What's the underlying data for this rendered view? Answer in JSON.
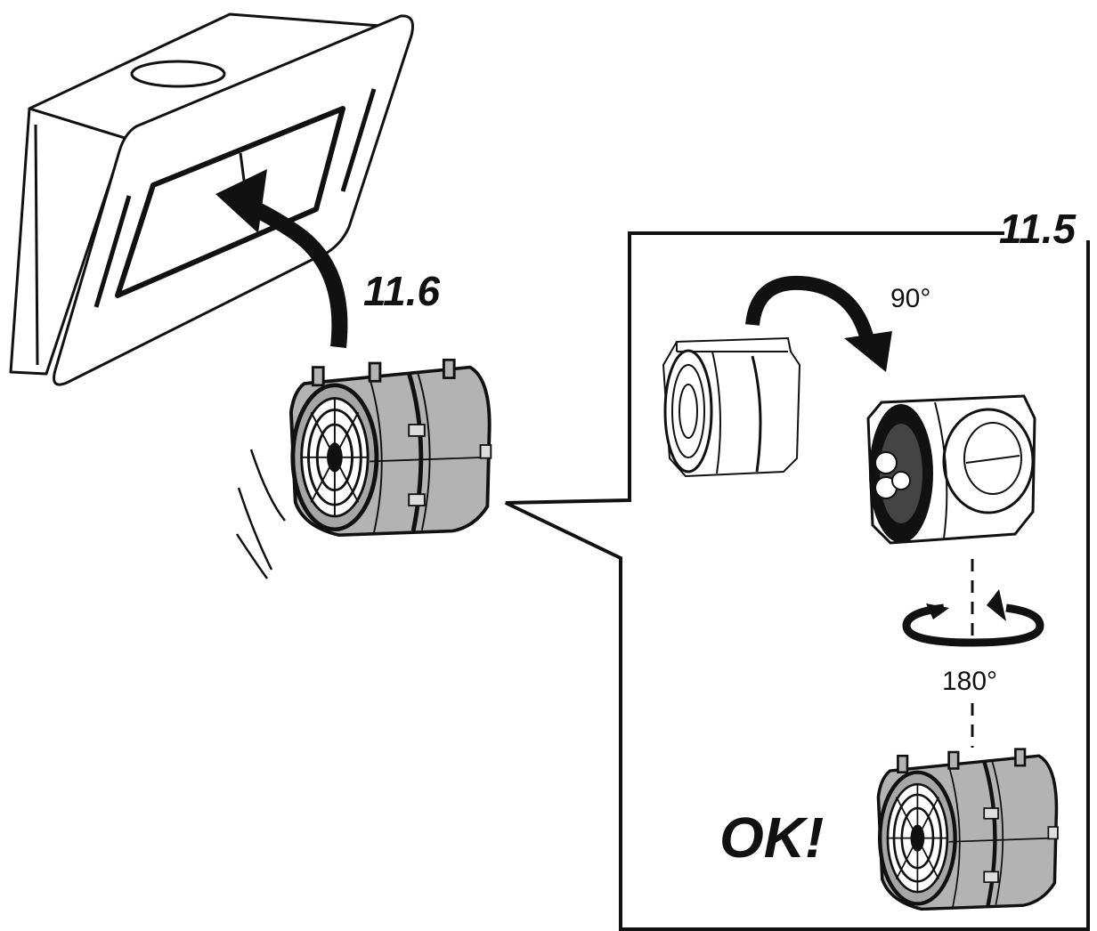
{
  "steps": {
    "step_a": "11.6",
    "step_b": "11.5"
  },
  "rotations": {
    "rotate_90": "90°",
    "rotate_180": "180°"
  },
  "result": {
    "ok": "OK!"
  },
  "colors": {
    "line": "#111111",
    "motor_fill": "#b3b3b3",
    "background": "#ffffff"
  }
}
